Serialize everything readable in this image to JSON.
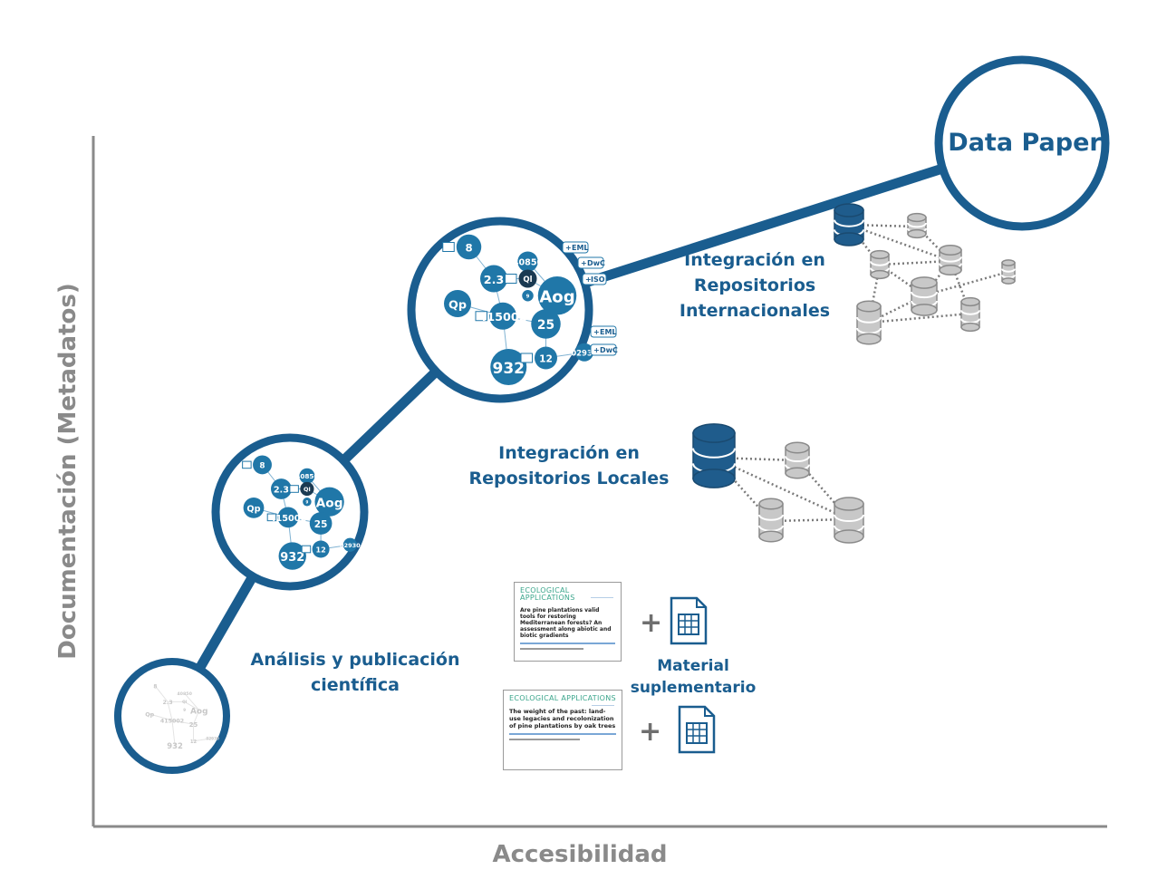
{
  "axes": {
    "y_label": "Documentación (Metadatos)",
    "x_label": "Accesibilidad"
  },
  "nodes": {
    "data_paper": "Data Paper"
  },
  "stages": {
    "analysis": [
      "Análisis y publicación",
      "científica"
    ],
    "local": [
      "Integración en",
      "Repositorios Locales"
    ],
    "international": [
      "Integración en",
      "Repositorios",
      "Internacionales"
    ],
    "supplementary": [
      "Material",
      "suplementario"
    ]
  },
  "bubbles": {
    "labels": [
      "8",
      "40850",
      "2.3",
      "Ql",
      "Aog",
      "Qp",
      "415002",
      "25",
      "932",
      "12",
      "02930",
      "9"
    ]
  },
  "tags": {
    "eml": "EML",
    "dwc": "DwC",
    "iso": "ISO"
  },
  "papers": {
    "journal": "ECOLOGICAL APPLICATIONS",
    "paper1_title": "Are pine plantations valid tools for restoring Mediterranean forests? An assessment along abiotic and biotic gradients",
    "paper2_title": "The weight of the past: land-use legacies and recolonization of pine plantations by oak trees"
  },
  "plus_sign": "+",
  "colors": {
    "brand_blue": "#1a5d8f",
    "node_blue": "#2077a8",
    "axis_gray": "#8a8a8a",
    "db_gray": "#c8c8c8"
  }
}
